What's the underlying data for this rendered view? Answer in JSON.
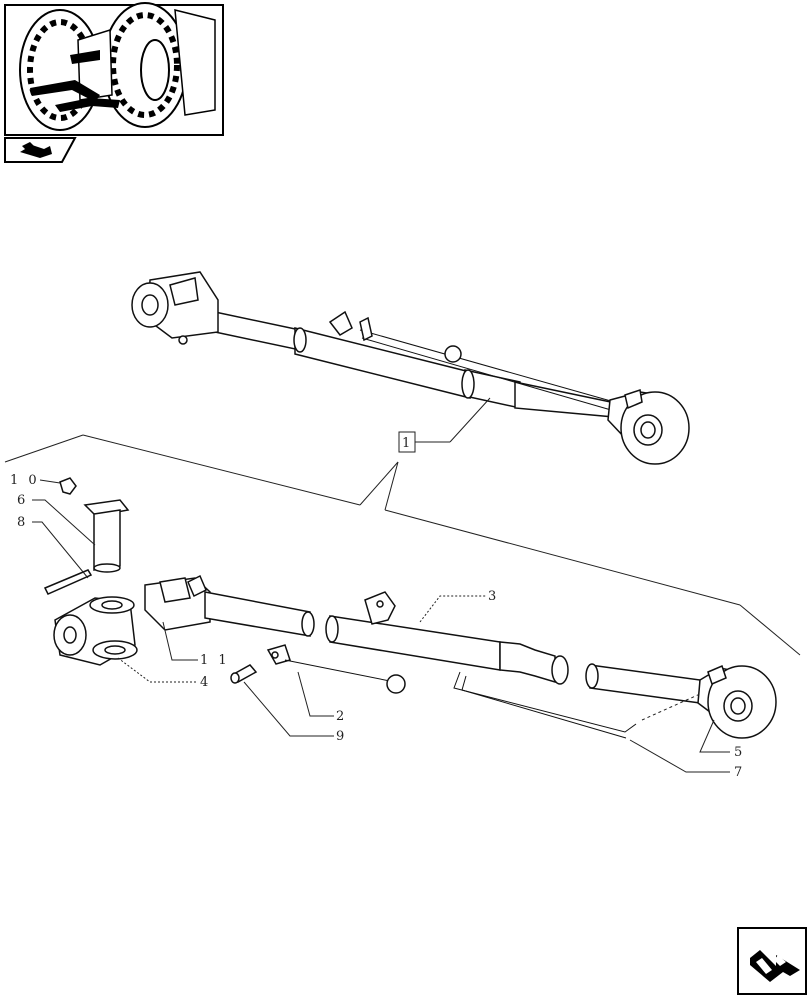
{
  "thumbnail": {
    "icon": "tractor-rear-icon"
  },
  "nav_prev_icon": "arrow-back-icon",
  "nav_next_icon": "arrow-next-icon",
  "assembly_label": "1",
  "callouts": {
    "c2": "2",
    "c3": "3",
    "c4": "4",
    "c5": "5",
    "c6": "6",
    "c7": "7",
    "c8": "8",
    "c9": "9",
    "c10": "1 0",
    "c11": "1 1"
  }
}
